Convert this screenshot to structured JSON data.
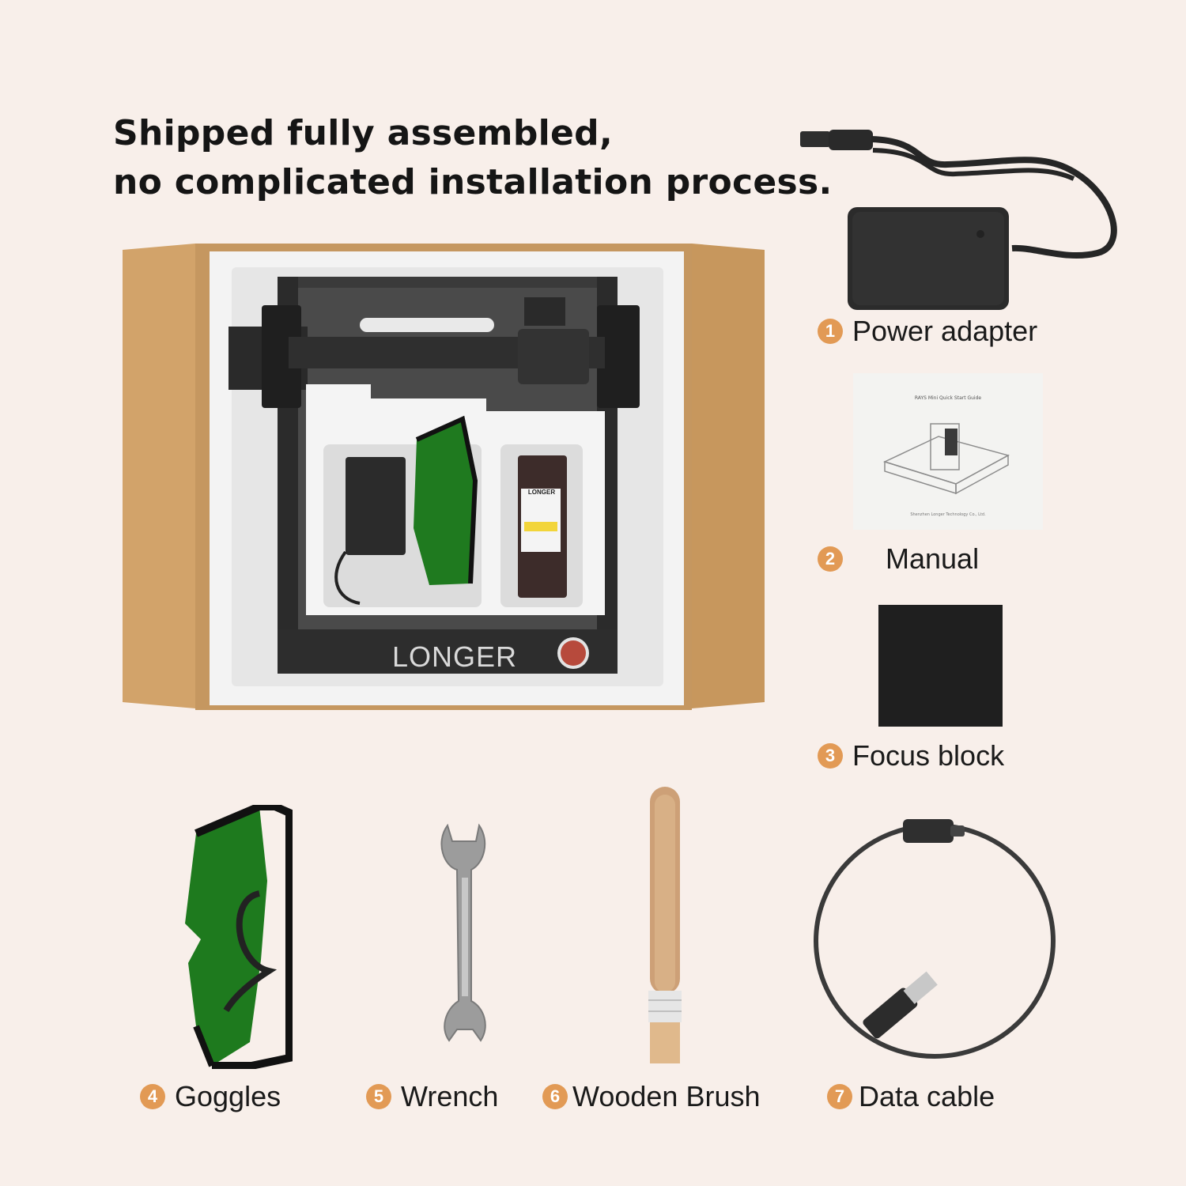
{
  "headline": {
    "line1": "Shipped fully assembled,",
    "line2": "no complicated installation process."
  },
  "brand": {
    "name": "LONGER",
    "module_name": "LONGER",
    "manual_title": "RAYS Mini Quick Start Guide",
    "manual_footer": "Shenzhen Longer Technology Co., Ltd."
  },
  "accessories": [
    {
      "number": "1",
      "label": "Power adapter",
      "icon": "power-adapter-icon"
    },
    {
      "number": "2",
      "label": "Manual",
      "icon": "manual-icon"
    },
    {
      "number": "3",
      "label": "Focus block",
      "icon": "focus-block-icon"
    },
    {
      "number": "4",
      "label": "Goggles",
      "icon": "goggles-icon"
    },
    {
      "number": "5",
      "label": "Wrench",
      "icon": "wrench-icon"
    },
    {
      "number": "6",
      "label": "Wooden Brush",
      "icon": "brush-icon"
    },
    {
      "number": "7",
      "label": "Data cable",
      "icon": "data-cable-icon"
    }
  ],
  "colors": {
    "background": "#f8efea",
    "accent": "#e29a55",
    "cardboard": "#c99b62",
    "goggles_green": "#1f7a1f"
  }
}
